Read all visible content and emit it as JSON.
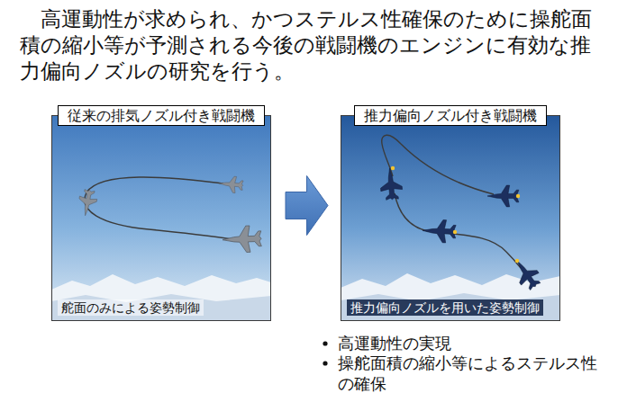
{
  "diagram": {
    "title": "高運動性が求められ、かつステルス性確保のために操舵面積の縮小等が予測される今後の戦闘機のエンジンに有効な推力偏向ノズルの研究を行う。",
    "nodes": [
      {
        "text": [
          "従来の排気ノズル付き戦闘機",
          "舵面のみによる姿勢制御"
        ]
      },
      {
        "text": [
          "推力偏向ノズル付き戦闘機",
          "推力偏向ノズルを用いた姿勢制御"
        ]
      }
    ],
    "edges": [
      {
        "from": 0,
        "to": 1,
        "arrow": "to"
      }
    ],
    "labels": [
      "高運動性の実現",
      "操舵面積の縮小等によるステルス性の確保"
    ]
  }
}
